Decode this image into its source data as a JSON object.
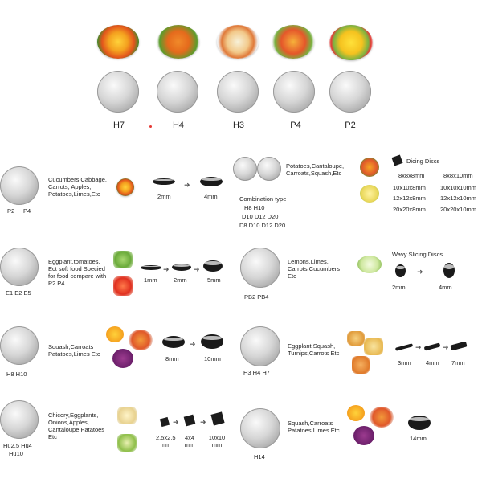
{
  "top": {
    "labels": [
      "H7",
      "H4",
      "H3",
      "P4",
      "P2"
    ]
  },
  "sections": {
    "p2p4": {
      "codes": [
        "P2",
        "P4"
      ],
      "foods": "Cucumbers,Cabbage,\nCarrots, Apples,\nPotatoes,Limes,Etc",
      "sizes": [
        "2mm",
        "4mm"
      ]
    },
    "combo": {
      "foods": "Potatoes,Cantaloupe,\nCarroats,Squash,Etc",
      "title": "Combination type",
      "rows": [
        "H8        H10",
        "D10  D12  D20",
        "D8  D10  D12  D20"
      ]
    },
    "dicing": {
      "title": "Dicing Discs",
      "left": [
        "8x8x8mm",
        "10x10x8mm",
        "12x12x8mm",
        "20x20x8mm"
      ],
      "right": [
        "8x8x10mm",
        "10x10x10mm",
        "12x12x10mm",
        "20x20x10mm"
      ]
    },
    "e": {
      "codes": "E1  E2  E5",
      "foods": "Eggplant,tomatoes,\nEct soft food Specied\nfor food compare with\nP2  P4",
      "sizes": [
        "1mm",
        "2mm",
        "5mm"
      ]
    },
    "pb": {
      "codes": "PB2   PB4",
      "foods": "Lemons,Limes,\nCarrots,Cucumbers\nEtc",
      "title": "Wavy Slicing Discs",
      "sizes": [
        "2mm",
        "4mm"
      ]
    },
    "h8": {
      "codes": "H8     H10",
      "foods": "Squash,Carroats\nPatatoes,Limes Etc",
      "sizes": [
        "8mm",
        "10mm"
      ]
    },
    "h3": {
      "codes": "H3   H4   H7",
      "foods": "Eggplant,Squash,\nTurnips,Carrots Etc",
      "sizes": [
        "3mm",
        "4mm",
        "7mm"
      ]
    },
    "hu": {
      "codes1": "Hu2.5   Hu4",
      "codes2": "Hu10",
      "foods": "Chicory,Eggplants,\nOnions,Apples,\nCantaloupe Patatoes\nEtc",
      "sizes": [
        "2.5x2.5\nmm",
        "4x4\nmm",
        "10x10\nmm"
      ]
    },
    "h14": {
      "code": "H14",
      "foods": "Squash,Carroats\nPatatoes,Limes Etc",
      "size": "14mm"
    }
  },
  "colors": {
    "accent_dot": "#e53935",
    "ring": "#1a1a1a",
    "steel": "#c8c8c8"
  }
}
